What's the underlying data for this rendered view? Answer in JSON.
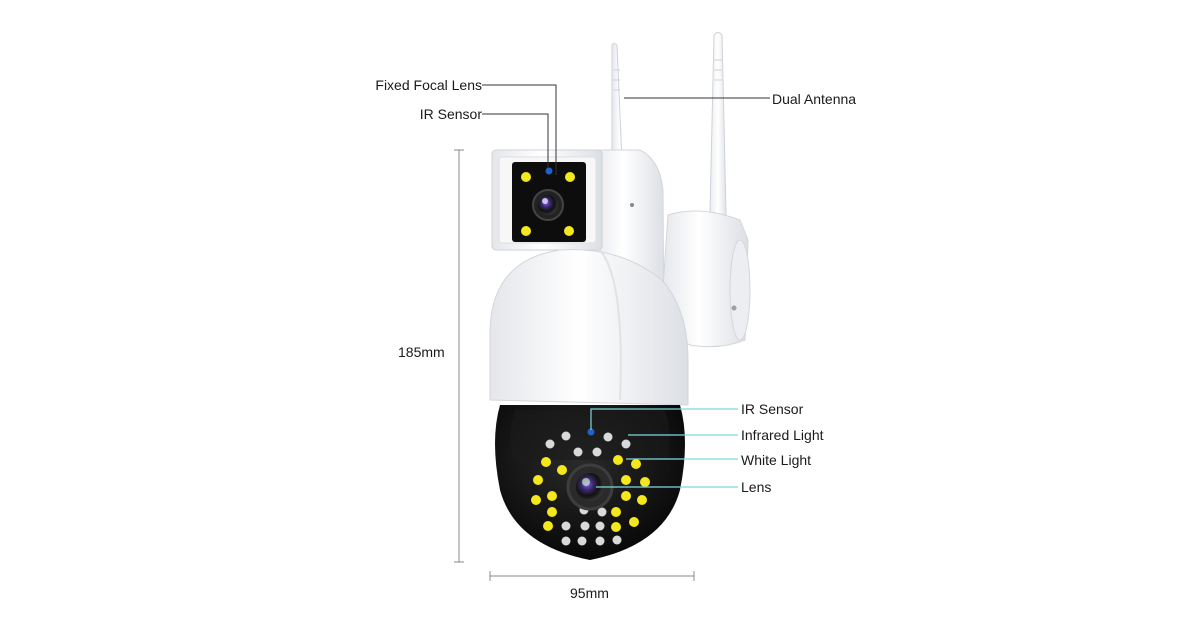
{
  "labels": {
    "fixed_focal_lens": "Fixed Focal Lens",
    "ir_sensor_top": "IR Sensor",
    "dual_antenna": "Dual Antenna",
    "ir_sensor_bottom": "IR Sensor",
    "infrared_light": "Infrared Light",
    "white_light": "White Light",
    "lens": "Lens"
  },
  "dimensions": {
    "height": "185mm",
    "width": "95mm"
  },
  "colors": {
    "callout_line_top": "#333333",
    "callout_line_bottom": "#7fd8e0",
    "dimension_line": "#888888",
    "body": "#f2f3f5",
    "dome": "#111111",
    "white_led": "#f4e81c",
    "ir_led": "#d9d9d9",
    "sensor": "#1e63c8"
  }
}
